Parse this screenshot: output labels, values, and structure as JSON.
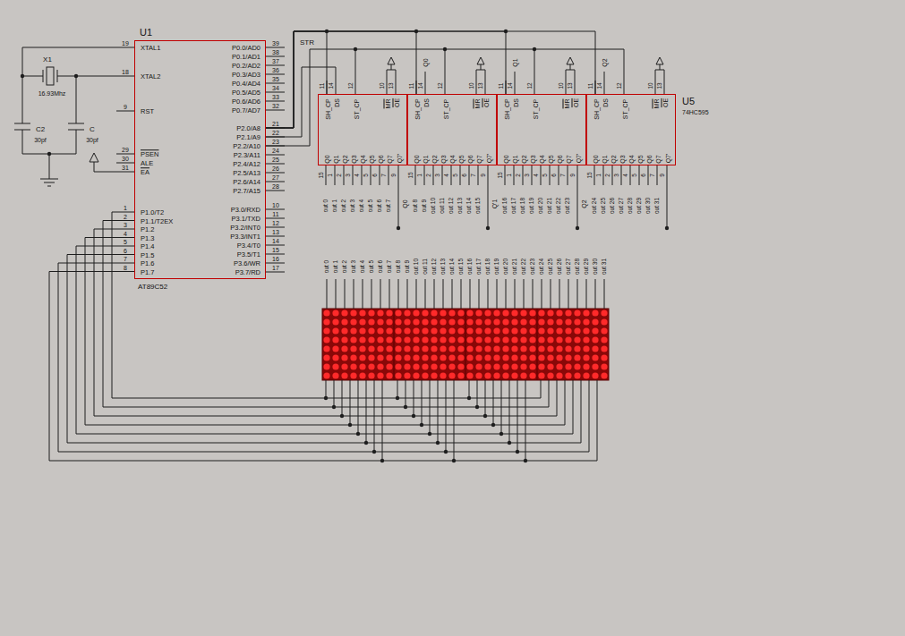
{
  "diagram": {
    "nodes": [
      {
        "text": [
          "U1",
          "XTAL1",
          "XTAL2",
          "RST",
          "PSEN",
          "ALE",
          "EA",
          "P1.0/T2",
          "P1.1/T2EX",
          "P1.2",
          "P1.3",
          "P1.4",
          "P1.5",
          "P1.6",
          "P1.7",
          "P0.0/AD0",
          "P0.1/AD1",
          "P0.2/AD2",
          "P0.3/AD3",
          "P0.4/AD4",
          "P0.5/AD5",
          "P0.6/AD6",
          "P0.7/AD7",
          "P2.0/A8",
          "P2.1/A9",
          "P2.2/A10",
          "P2.3/A11",
          "P2.4/A12",
          "P2.5/A13",
          "P2.6/A14",
          "P2.7/A15",
          "P3.0/RXD",
          "P3.1/TXD",
          "P3.2/INT0",
          "P3.3/INT1",
          "P3.4/T0",
          "P3.5/T1",
          "P3.6/WR",
          "P3.7/RD",
          "AT89C52"
        ]
      },
      {
        "text": [
          "SH_CP",
          "DS",
          "ST_CP",
          "MR",
          "OE",
          "Q0",
          "Q1",
          "Q2",
          "Q3",
          "Q4",
          "Q5",
          "Q6",
          "Q7",
          "Q7'"
        ]
      },
      {
        "text": [
          "SH_CP",
          "DS",
          "ST_CP",
          "MR",
          "OE",
          "Q0",
          "Q1",
          "Q2",
          "Q3",
          "Q4",
          "Q5",
          "Q6",
          "Q7",
          "Q7'"
        ]
      },
      {
        "text": [
          "SH_CP",
          "DS",
          "ST_CP",
          "MR",
          "OE",
          "Q0",
          "Q1",
          "Q2",
          "Q3",
          "Q4",
          "Q5",
          "Q6",
          "Q7",
          "Q7'"
        ]
      },
      {
        "text": [
          "SH_CP",
          "DS",
          "ST_CP",
          "MR",
          "OE",
          "Q0",
          "Q1",
          "Q2",
          "Q3",
          "Q4",
          "Q5",
          "Q6",
          "Q7",
          "Q7'",
          "U5",
          "74HC595"
        ]
      }
    ],
    "edges": [
      {
        "from": 0,
        "to": 1,
        "arrow": "none"
      },
      {
        "from": 0,
        "to": 2,
        "arrow": "none"
      },
      {
        "from": 0,
        "to": 3,
        "arrow": "none"
      },
      {
        "from": 0,
        "to": 4,
        "arrow": "none"
      }
    ],
    "labels": [
      "19",
      "18",
      "9",
      "29",
      "30",
      "31",
      "1",
      "2",
      "3",
      "4",
      "5",
      "6",
      "7",
      "8",
      "39",
      "38",
      "37",
      "36",
      "35",
      "34",
      "33",
      "32",
      "21",
      "22",
      "23",
      "24",
      "25",
      "26",
      "27",
      "28",
      "10",
      "11",
      "12",
      "13",
      "14",
      "15",
      "16",
      "17",
      "X1",
      "16.93Mhz",
      "C2",
      "30pf",
      "C",
      "30pf",
      "STR",
      "Q0",
      "Q1",
      "Q2",
      "11",
      "14",
      "12",
      "10",
      "13",
      "15",
      "1",
      "2",
      "3",
      "4",
      "5",
      "6",
      "7",
      "9",
      "11",
      "14",
      "12",
      "10",
      "13",
      "15",
      "1",
      "2",
      "3",
      "4",
      "5",
      "6",
      "7",
      "9",
      "11",
      "14",
      "12",
      "10",
      "13",
      "15",
      "1",
      "2",
      "3",
      "4",
      "5",
      "6",
      "7",
      "9",
      "11",
      "14",
      "12",
      "10",
      "13",
      "15",
      "1",
      "2",
      "3",
      "4",
      "5",
      "6",
      "7",
      "9",
      "Q0",
      "Q'1",
      "Q2",
      "out 0",
      "out 1",
      "out 2",
      "out 3",
      "out 4",
      "out 5",
      "out 6",
      "out 7",
      "out 8",
      "out 9",
      "out 10",
      "out 11",
      "out 12",
      "out 13",
      "out 14",
      "out 15",
      "out 16",
      "out 17",
      "out 18",
      "out 19",
      "out 20",
      "out 21",
      "out 22",
      "out 23",
      "out 24",
      "out 25",
      "out 26",
      "out 27",
      "out 28",
      "out 29",
      "out 30",
      "out 31",
      "out 0",
      "out 1",
      "out 2",
      "out 3",
      "out 4",
      "out 5",
      "out 6",
      "out 7",
      "out 8",
      "out 9",
      "out 10",
      "out 11",
      "out 12",
      "out 13",
      "out 14",
      "out 15",
      "out 16",
      "out 17",
      "out 18",
      "out 19",
      "out 20",
      "out 21",
      "out 22",
      "out 23",
      "out 24",
      "out 25",
      "out 26",
      "out 27",
      "out 28",
      "out 29",
      "out 30",
      "out 31"
    ]
  }
}
